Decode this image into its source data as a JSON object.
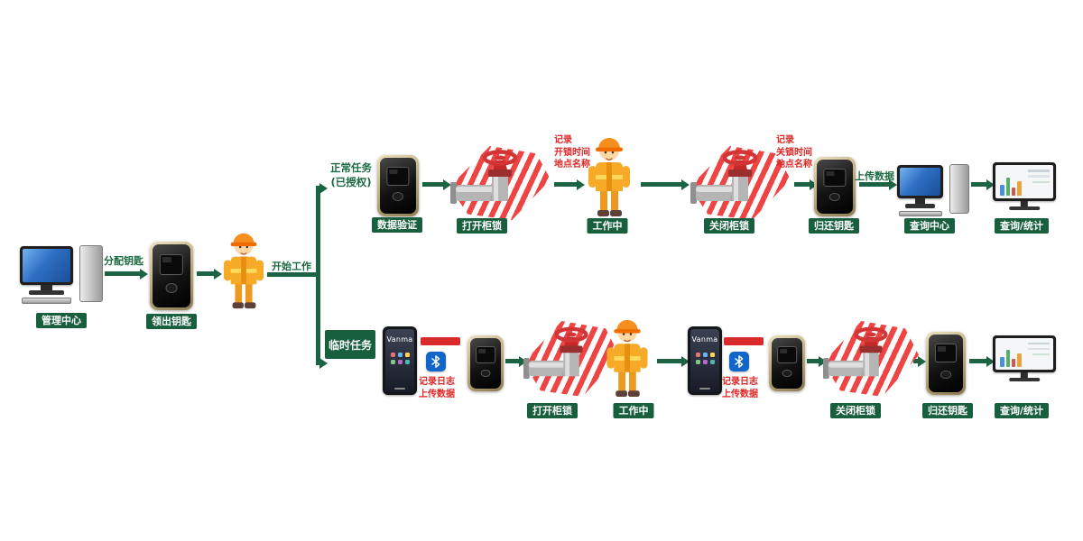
{
  "colors": {
    "accent_green": "#175f3d",
    "arrow_green": "#1b6343",
    "note_red": "#e02424"
  },
  "main": {
    "computer_label": "管理中心",
    "assign_label": "分配钥匙",
    "key_label": "领出钥匙",
    "start_label": "开始工作"
  },
  "top": {
    "branch_line1": "正常任务",
    "branch_line2": "(已授权)",
    "verify_label": "数据验证",
    "open_label": "打开柜锁",
    "open_note_1": "记录",
    "open_note_2": "开锁时间",
    "open_note_3": "地点名称",
    "working_label": "工作中",
    "close_label": "关闭柜锁",
    "close_note_1": "记录",
    "close_note_2": "关锁时间",
    "close_note_3": "地点名称",
    "return_label": "归还钥匙",
    "upload_label": "上传数据",
    "center_label": "查询中心",
    "stats_label": "查询/统计"
  },
  "bottom": {
    "branch_label": "临时任务",
    "phone_brand": "Vanma",
    "log_note_1": "记录日志",
    "log_note_2": "上传数据",
    "open_label": "打开柜锁",
    "working_label": "工作中",
    "close_label": "关闭柜锁",
    "return_label": "归还钥匙",
    "stats_label": "查询/统计"
  }
}
